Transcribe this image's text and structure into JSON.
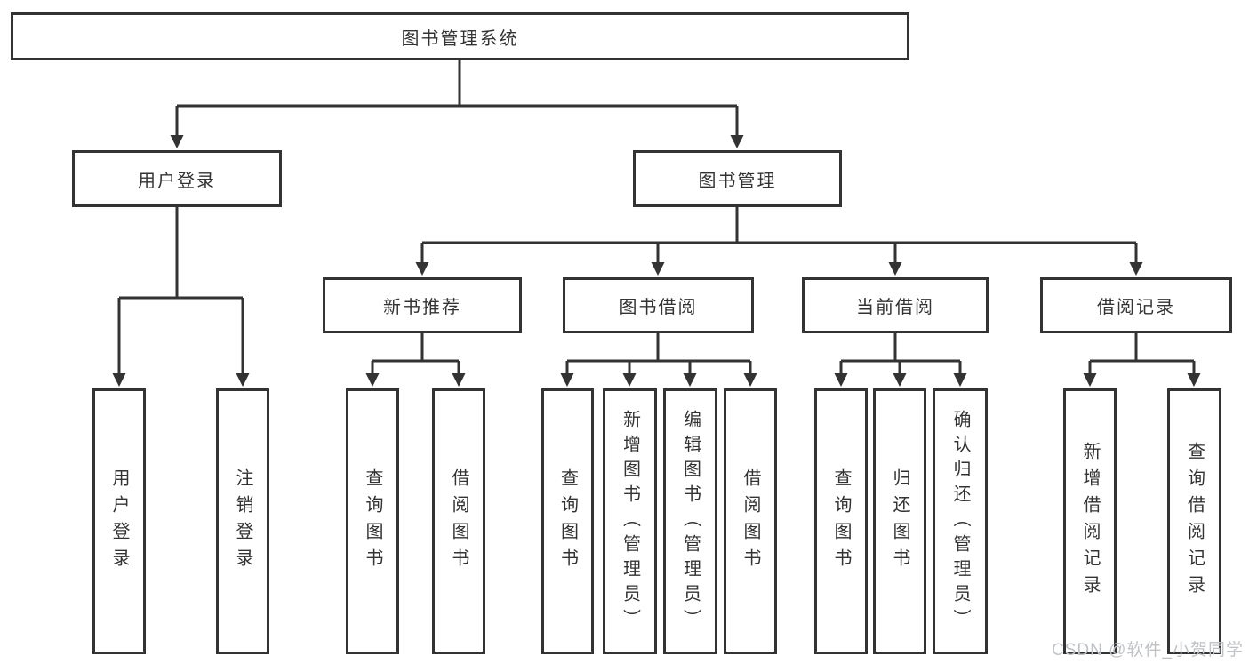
{
  "colors": {
    "background": "#ffffff",
    "line": "#333333",
    "box_border": "#333333",
    "text": "#333333",
    "watermark": "#bfc3c7"
  },
  "watermark": {
    "text": "CSDN @软件_小贺同学"
  },
  "tree": {
    "root": {
      "label": "图书管理系统"
    },
    "level1": [
      {
        "label": "用户登录",
        "children": [
          {
            "label": "用户登录"
          },
          {
            "label": "注销登录"
          }
        ]
      },
      {
        "label": "图书管理",
        "children": [
          {
            "label": "新书推荐",
            "children": [
              {
                "label": "查询图书"
              },
              {
                "label": "借阅图书"
              }
            ]
          },
          {
            "label": "图书借阅",
            "children": [
              {
                "label": "查询图书"
              },
              {
                "label": "新增图书（管理员）"
              },
              {
                "label": "编辑图书（管理员）"
              },
              {
                "label": "借阅图书"
              }
            ]
          },
          {
            "label": "当前借阅",
            "children": [
              {
                "label": "查询图书"
              },
              {
                "label": "归还图书"
              },
              {
                "label": "确认归还（管理员）"
              }
            ]
          },
          {
            "label": "借阅记录",
            "children": [
              {
                "label": "新增借阅记录"
              },
              {
                "label": "查询借阅记录"
              }
            ]
          }
        ]
      }
    ]
  }
}
